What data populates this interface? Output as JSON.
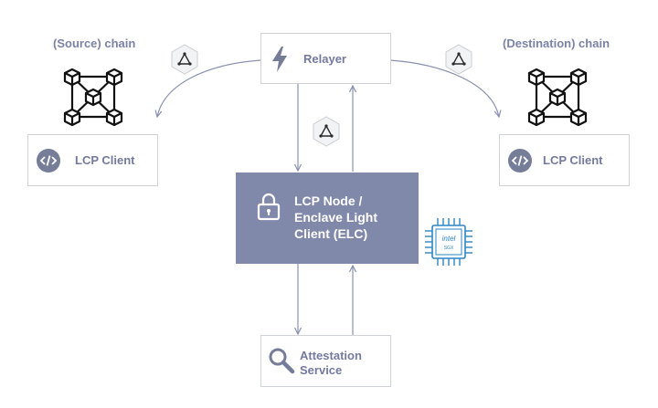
{
  "source_chain": {
    "label": "(Source) chain",
    "client_label": "LCP Client"
  },
  "destination_chain": {
    "label": "(Destination) chain",
    "client_label": "LCP Client"
  },
  "relayer": {
    "label": "Relayer"
  },
  "elc": {
    "line1": "LCP Node /",
    "line2": "Enclave Light",
    "line3": "Client (ELC)"
  },
  "attestation": {
    "line1": "Attestation",
    "line2": "Service"
  },
  "intel_badge": {
    "brand": "intel",
    "tech": "SGX"
  },
  "icons": [
    "blockchain-icon",
    "code-icon",
    "lightning-icon",
    "lock-icon",
    "search-icon",
    "chip-icon",
    "relay-message-icon"
  ],
  "colors": {
    "accent": "#8189ab",
    "text": "#737a9e",
    "chip": "#2d86c5",
    "line": "#8a91b0"
  }
}
